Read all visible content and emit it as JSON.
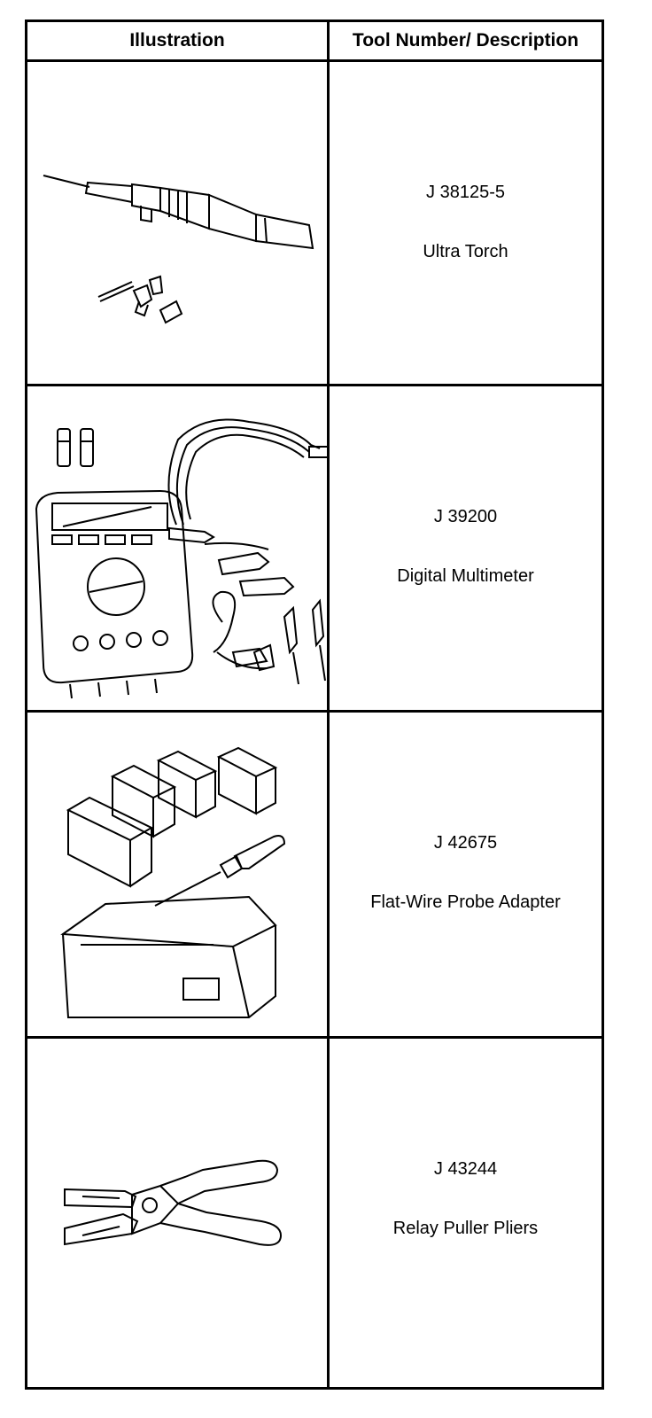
{
  "table": {
    "headers": {
      "illustration": "Illustration",
      "tool_description": "Tool Number/ Description"
    },
    "rows": [
      {
        "tool_number": "J 38125-5",
        "description": "Ultra Torch",
        "illustration_icon": "ultra-torch-icon"
      },
      {
        "tool_number": "J 39200",
        "description": "Digital Multimeter",
        "illustration_icon": "digital-multimeter-icon"
      },
      {
        "tool_number": "J 42675",
        "description": "Flat-Wire Probe Adapter",
        "illustration_icon": "flat-wire-probe-adapter-icon"
      },
      {
        "tool_number": "J 43244",
        "description": "Relay Puller Pliers",
        "illustration_icon": "relay-puller-pliers-icon"
      }
    ]
  }
}
